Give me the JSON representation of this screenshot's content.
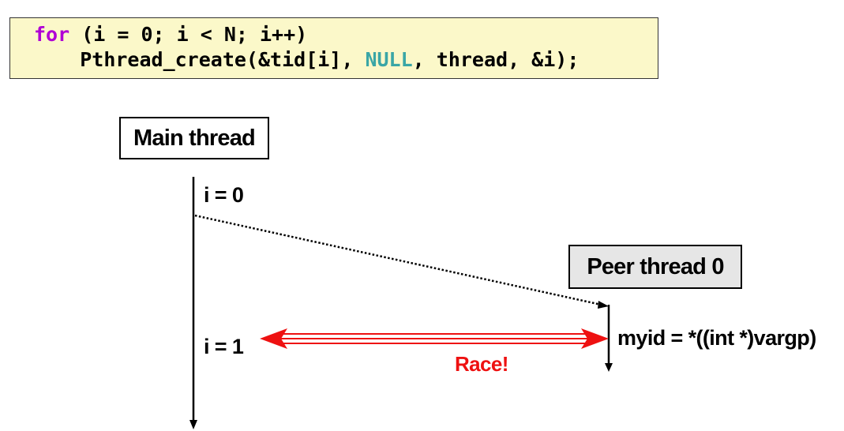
{
  "code": {
    "line1": {
      "keyword": "for",
      "rest": " (i = 0; i < N; i++)"
    },
    "line2": {
      "part1": "Pthread_create(&tid[i], ",
      "constant": "NULL",
      "part2": ", thread, &i);"
    }
  },
  "diagram": {
    "main_thread_label": "Main thread",
    "peer_thread_label": "Peer thread 0",
    "main_i0_label": "i = 0",
    "main_i1_label": "i = 1",
    "peer_statement": "myid = *((int *)vargp)",
    "race_label": "Race!"
  },
  "colors": {
    "code_background": "#fbf8c9",
    "keyword": "#b000d6",
    "constant": "#3aa6a6",
    "race": "#ee1111",
    "peer_box_fill": "#e6e6e6"
  }
}
